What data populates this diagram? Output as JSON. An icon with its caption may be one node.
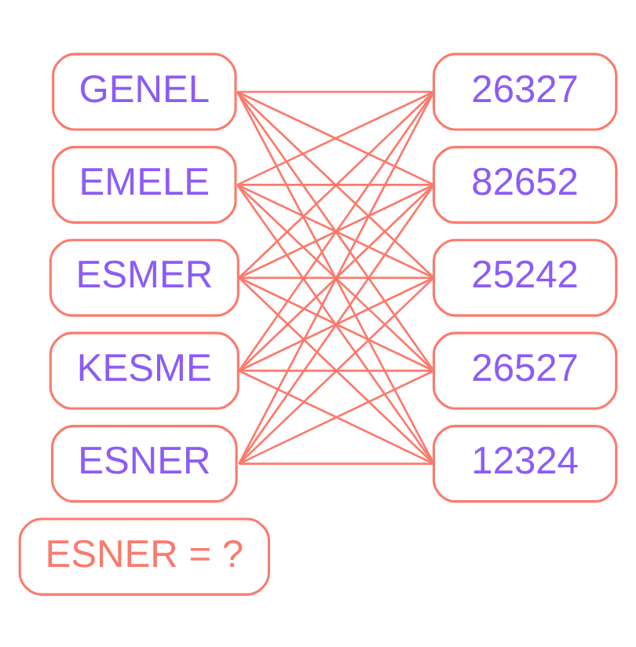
{
  "diagram": {
    "nodes": [
      {
        "text": [
          "GENEL"
        ]
      },
      {
        "text": [
          "EMELE"
        ]
      },
      {
        "text": [
          "ESMER"
        ]
      },
      {
        "text": [
          "KESME"
        ]
      },
      {
        "text": [
          "ESNER"
        ]
      },
      {
        "text": [
          "26327"
        ]
      },
      {
        "text": [
          "82652"
        ]
      },
      {
        "text": [
          "25242"
        ]
      },
      {
        "text": [
          "26527"
        ]
      },
      {
        "text": [
          "12324"
        ]
      },
      {
        "text": [
          "ESNER = ?"
        ]
      }
    ],
    "edges": [
      {
        "from": 0,
        "to": 5,
        "arrow": "none"
      },
      {
        "from": 0,
        "to": 6,
        "arrow": "none"
      },
      {
        "from": 0,
        "to": 7,
        "arrow": "none"
      },
      {
        "from": 0,
        "to": 8,
        "arrow": "none"
      },
      {
        "from": 0,
        "to": 9,
        "arrow": "none"
      },
      {
        "from": 1,
        "to": 5,
        "arrow": "none"
      },
      {
        "from": 1,
        "to": 6,
        "arrow": "none"
      },
      {
        "from": 1,
        "to": 7,
        "arrow": "none"
      },
      {
        "from": 1,
        "to": 8,
        "arrow": "none"
      },
      {
        "from": 1,
        "to": 9,
        "arrow": "none"
      },
      {
        "from": 2,
        "to": 5,
        "arrow": "none"
      },
      {
        "from": 2,
        "to": 6,
        "arrow": "none"
      },
      {
        "from": 2,
        "to": 7,
        "arrow": "none"
      },
      {
        "from": 2,
        "to": 8,
        "arrow": "none"
      },
      {
        "from": 2,
        "to": 9,
        "arrow": "none"
      },
      {
        "from": 3,
        "to": 5,
        "arrow": "none"
      },
      {
        "from": 3,
        "to": 6,
        "arrow": "none"
      },
      {
        "from": 3,
        "to": 7,
        "arrow": "none"
      },
      {
        "from": 3,
        "to": 8,
        "arrow": "none"
      },
      {
        "from": 3,
        "to": 9,
        "arrow": "none"
      },
      {
        "from": 4,
        "to": 5,
        "arrow": "none"
      },
      {
        "from": 4,
        "to": 6,
        "arrow": "none"
      },
      {
        "from": 4,
        "to": 7,
        "arrow": "none"
      },
      {
        "from": 4,
        "to": 8,
        "arrow": "none"
      },
      {
        "from": 4,
        "to": 9,
        "arrow": "none"
      }
    ]
  }
}
